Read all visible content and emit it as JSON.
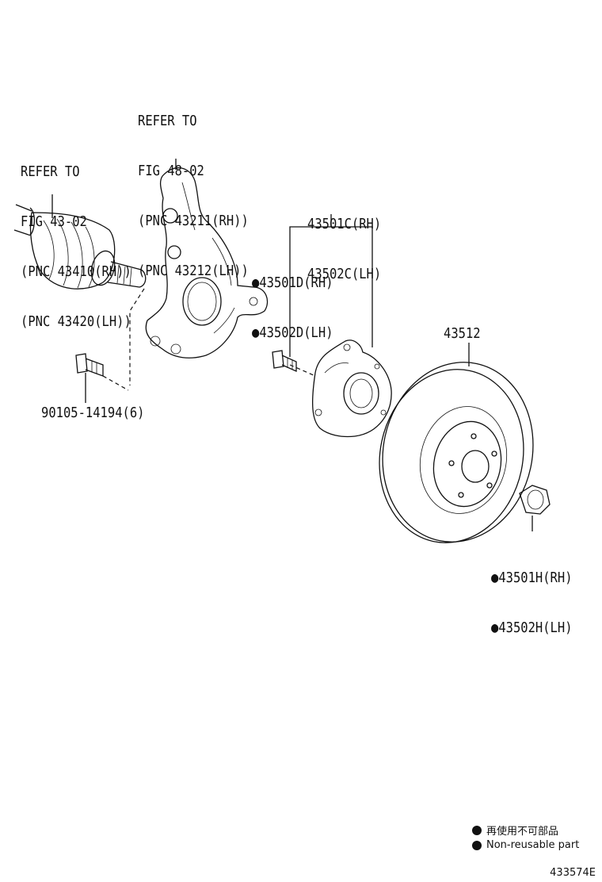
{
  "labels": {
    "knuckle_ref": [
      "REFER TO",
      "FIG 48-02",
      "(PNC 43211(RH))",
      "(PNC 43212(LH))"
    ],
    "shaft_ref": [
      "REFER TO",
      "FIG 43-02",
      "(PNC 43410(RH))",
      "(PNC 43420(LH))"
    ],
    "hub_assy": [
      "43501C(RH)",
      "43502C(LH)"
    ],
    "hub_bolt": [
      "●43501D(RH)",
      "●43502D(LH)"
    ],
    "bolt": "90105-14194(6)",
    "disc": "43512",
    "nut": [
      "●43501H(RH)",
      "●43502H(LH)"
    ]
  },
  "legend": {
    "jp": "再使用不可部品",
    "en": "Non-reusable part"
  },
  "figure_code": "433574E"
}
